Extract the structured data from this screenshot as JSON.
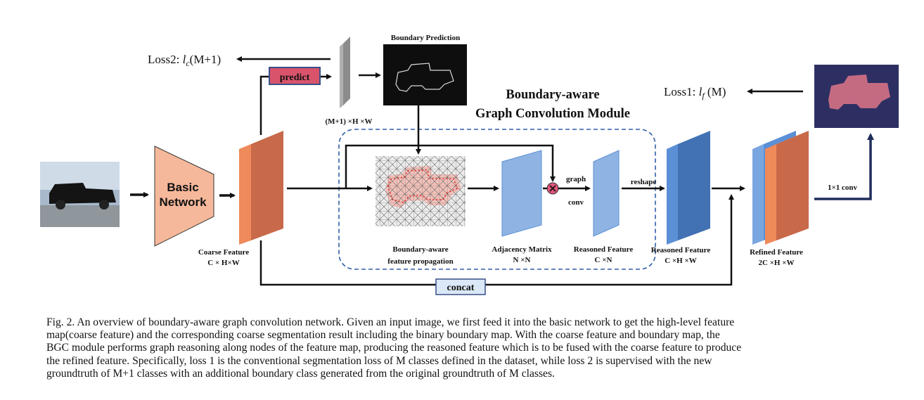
{
  "figure": {
    "basic_network": {
      "line1": "Basic",
      "line2": "Network"
    },
    "coarse_feature": {
      "line1": "Coarse Feature",
      "line2": "C × H×W"
    },
    "predict": "predict",
    "prediction_dims": "(M+1) ×H ×W",
    "boundary_prediction": "Boundary Prediction",
    "loss2": {
      "prefix": "Loss2: ",
      "symbol": "l",
      "subscript": "c",
      "suffix": "(M+1)"
    },
    "loss1": {
      "prefix": "Loss1: ",
      "symbol": "l",
      "subscript": "f",
      "suffix": " (M)"
    },
    "module_title": {
      "line1": "Boundary-aware",
      "line2": "Graph Convolution Module"
    },
    "propagation": {
      "line1": "Boundary-aware",
      "line2": "feature propagation"
    },
    "adjacency": {
      "line1": "Adjacency Matrix",
      "line2": "N ×N"
    },
    "graph_conv": {
      "line1": "graph",
      "line2": "conv"
    },
    "reasoned_feature_small": {
      "line1": "Reasoned Feature",
      "line2": "C ×N"
    },
    "reshape": "reshape",
    "reasoned_feature_large": {
      "line1": "Reasoned Feature",
      "line2": "C ×H ×W"
    },
    "refined_feature": {
      "line1": "Refined Feature",
      "line2": "2C ×H ×W"
    },
    "conv1x1": "1×1 conv",
    "concat": "concat",
    "colors": {
      "coarse_front": "#ef8a5a",
      "coarse_side": "#c8694a",
      "blue_front": "#5b8fd6",
      "blue_side": "#4272b3",
      "basic_net": "#f6b89a",
      "predict_box": "#d9546b",
      "concat_box": "#dbe8f8",
      "arrow_navy": "#1f2d5c",
      "seg_bg": "#2d2f63",
      "seg_car": "#c46b82"
    }
  },
  "caption": {
    "lines": [
      "Fig. 2.  An overview of boundary-aware graph convolution network. Given an input image, we first feed it into the basic network to get the high-level feature",
      "map(coarse feature) and the corresponding coarse segmentation result including the binary boundary map. With the coarse feature and boundary map, the",
      "BGC module performs graph reasoning along nodes of the feature map, producing the reasoned feature which is to be fused with the coarse feature to produce",
      "the refined feature. Specifically, loss 1 is the conventional segmentation loss of M classes defined in the dataset, while loss 2 is supervised with the new",
      "groundtruth of M+1 classes with an additional boundary class generated from the original groundtruth of M classes."
    ]
  }
}
